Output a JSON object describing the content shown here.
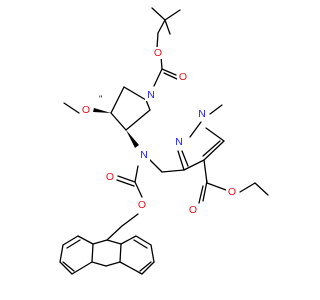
{
  "molecule": {
    "atom_labels": [
      {
        "id": "o-carbonyl-boc",
        "text": "O",
        "color": "#e0161e"
      },
      {
        "id": "o-ester-boc",
        "text": "O",
        "color": "#e0161e"
      },
      {
        "id": "n-pyrrolidine",
        "text": "N",
        "color": "#1a1aff"
      },
      {
        "id": "o-methoxy",
        "text": "O",
        "color": "#e0161e"
      },
      {
        "id": "n-carbamate",
        "text": "N",
        "color": "#1a1aff"
      },
      {
        "id": "o-carbonyl-fmoc",
        "text": "O",
        "color": "#e0161e"
      },
      {
        "id": "o-ester-fmoc",
        "text": "O",
        "color": "#e0161e"
      },
      {
        "id": "n-pyrazole-2",
        "text": "N",
        "color": "#1a1aff"
      },
      {
        "id": "n-pyrazole-1",
        "text": "N",
        "color": "#1a1aff"
      },
      {
        "id": "o-carbonyl-ethyl",
        "text": "O",
        "color": "#e0161e"
      },
      {
        "id": "o-ester-ethyl",
        "text": "O",
        "color": "#e0161e"
      }
    ],
    "stereo_mark": "\"",
    "colors": {
      "bond": "#000000",
      "oxygen": "#e0161e",
      "nitrogen": "#1a1aff"
    }
  }
}
